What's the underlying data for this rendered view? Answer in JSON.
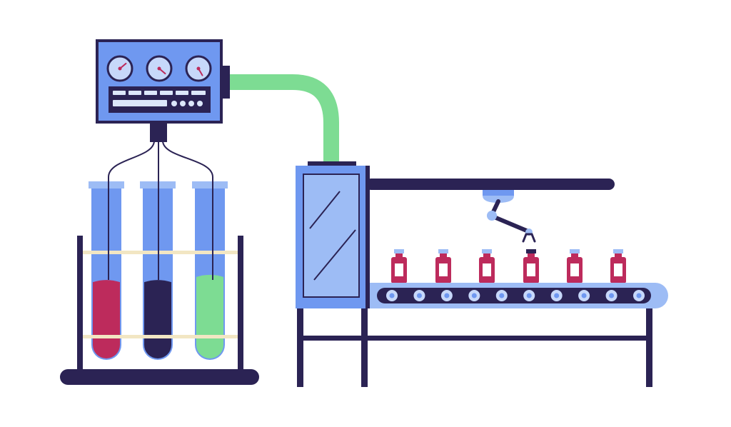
{
  "colors": {
    "navy": "#2b2354",
    "blue": "#6f98f0",
    "light_blue": "#9dbcf5",
    "pale_blue": "#c7d8fa",
    "green": "#7ddc93",
    "crimson": "#bd2b5c",
    "cream": "#f2e6c3",
    "white": "#ffffff",
    "panel_light": "#dce7fb"
  },
  "illustration": {
    "control_box": {
      "gauges": 3,
      "gauge_needle_color": "#bd2b5c"
    },
    "test_tubes": [
      {
        "liquid_color": "#bd2b5c",
        "fill_level": 0.45
      },
      {
        "liquid_color": "#2b2354",
        "fill_level": 0.45
      },
      {
        "liquid_color": "#7ddc93",
        "fill_level": 0.48
      }
    ],
    "conveyor": {
      "bottle_count": 6,
      "roller_count": 10
    }
  }
}
